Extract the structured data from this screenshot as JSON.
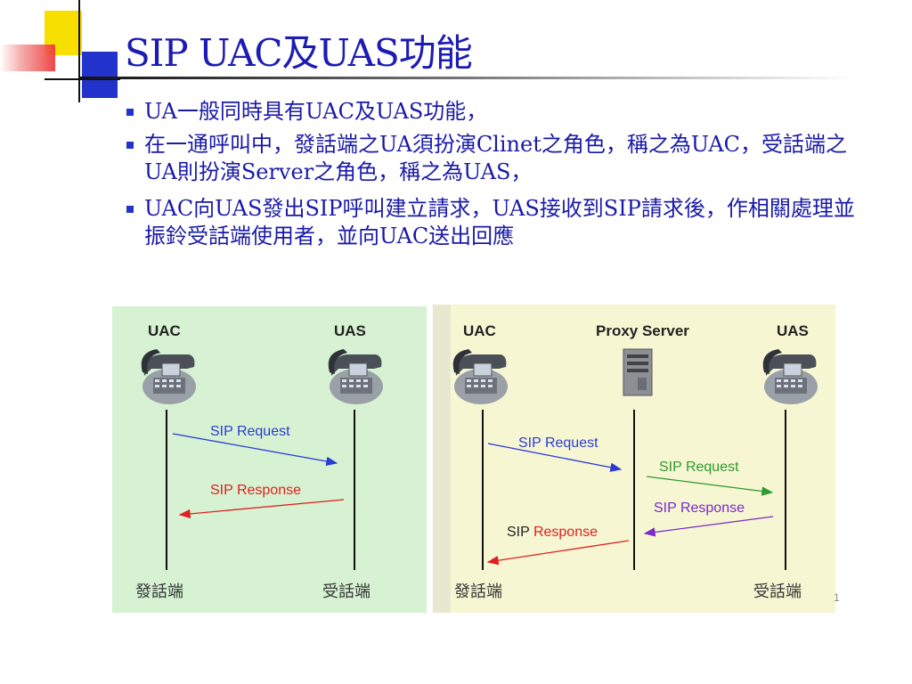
{
  "title": "SIP UAC及UAS功能",
  "bullets": [
    "UA一般同時具有UAC及UAS功能，",
    "在一通呼叫中，發話端之UA須扮演Clinet之角色，稱之為UAC，受話端之UA則扮演Server之角色，稱之為UAS，",
    "UAC向UAS發出SIP呼叫建立請求，UAS接收到SIP請求後，作相關處理並振鈴受話端使用者，並向UAC送出回應"
  ],
  "left_diagram": {
    "uac_label": "UAC",
    "uas_label": "UAS",
    "request": "SIP Request",
    "response": "SIP Response",
    "caller": "發話端",
    "callee": "受話端"
  },
  "right_diagram": {
    "uac_label": "UAC",
    "proxy_label": "Proxy Server",
    "uas_label": "UAS",
    "request1": "SIP Request",
    "request2": "SIP Request",
    "response1": "SIP Response",
    "response2_prefix": "SIP ",
    "response2_suffix": "Response",
    "caller": "發話端",
    "callee": "受話端"
  },
  "page_number": "1",
  "colors": {
    "title": "#1c1cb4",
    "request_arrow": "#2b3bd6",
    "response_arrow": "#e02020",
    "proxy_request_arrow": "#2f9a2f",
    "proxy_response_arrow": "#7a2bc8",
    "left_panel": "#d6f2d2",
    "right_panel": "#f6f6d2"
  },
  "icons": [
    "telephone-icon",
    "server-tower-icon"
  ]
}
